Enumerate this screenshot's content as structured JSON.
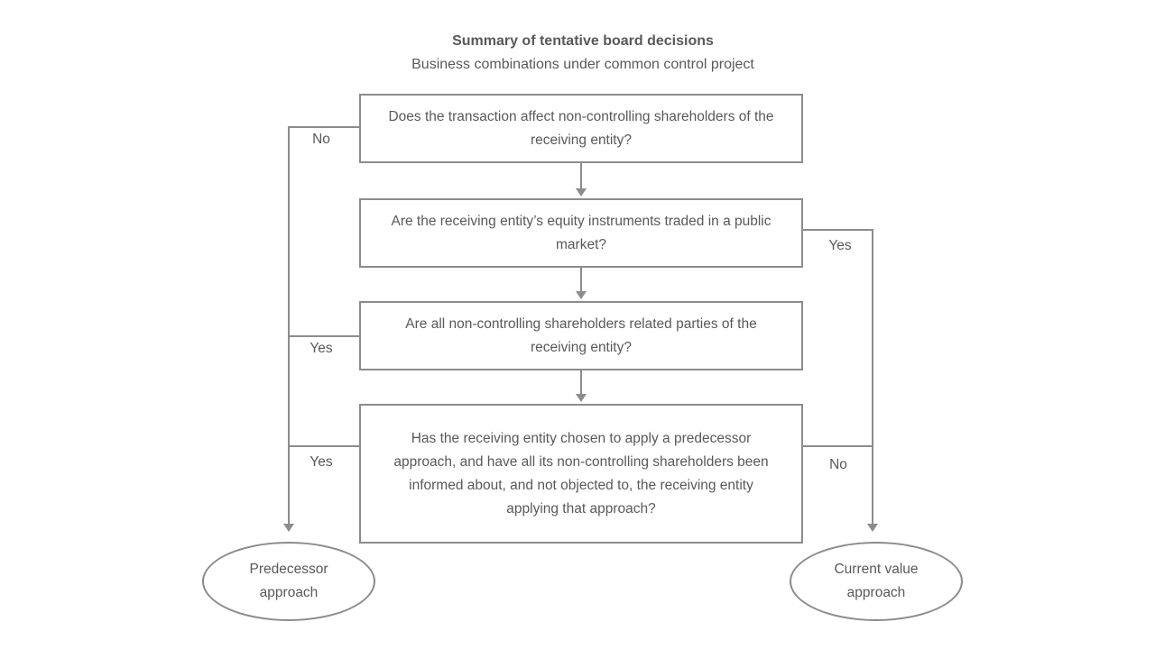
{
  "diagram": {
    "title": "Summary of tentative board decisions",
    "subtitle": "Business combinations under common control project",
    "colors": {
      "line": "#8c8c8c",
      "text": "#595959",
      "background": "#ffffff"
    },
    "questions": [
      {
        "text": "Does the transaction affect non-controlling shareholders of the receiving entity?"
      },
      {
        "text": "Are the receiving entity’s equity instruments traded in a public market?"
      },
      {
        "text": "Are all non-controlling shareholders related parties of the receiving entity?"
      },
      {
        "text": "Has the receiving entity chosen to apply a predecessor approach, and have all its non-controlling shareholders been informed about, and not objected to, the receiving entity applying that approach?"
      }
    ],
    "outcomes": {
      "left": "Predecessor approach",
      "right": "Current value approach"
    },
    "edge_labels": {
      "q1_no": "No",
      "q2_yes": "Yes",
      "q3_yes": "Yes",
      "q4_yes": "Yes",
      "q4_no": "No"
    }
  }
}
